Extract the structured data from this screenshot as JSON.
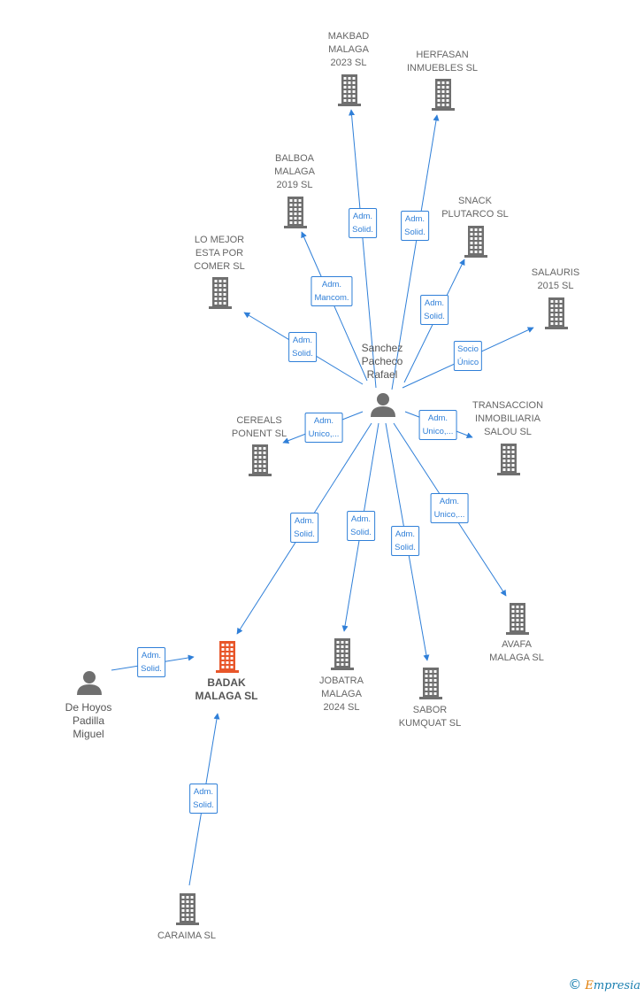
{
  "nodes": [
    {
      "id": "sanchez",
      "type": "person",
      "label": "Sanchez\nPacheco\nRafael"
    },
    {
      "id": "dehoyos",
      "type": "person",
      "label": "De Hoyos\nPadilla\nMiguel"
    },
    {
      "id": "badak",
      "type": "company-focus",
      "label": "BADAK\nMALAGA  SL"
    },
    {
      "id": "makbad",
      "type": "company",
      "label": "MAKBAD\nMALAGA\n2023  SL"
    },
    {
      "id": "herfasan",
      "type": "company",
      "label": "HERFASAN\nINMUEBLES  SL"
    },
    {
      "id": "balboa",
      "type": "company",
      "label": "BALBOA\nMALAGA\n2019  SL"
    },
    {
      "id": "snack",
      "type": "company",
      "label": "SNACK\nPLUTARCO  SL"
    },
    {
      "id": "lomejor",
      "type": "company",
      "label": "LO MEJOR\nESTA POR\nCOMER  SL"
    },
    {
      "id": "salauris",
      "type": "company",
      "label": "SALAURIS\n2015  SL"
    },
    {
      "id": "cereals",
      "type": "company",
      "label": "CEREALS\nPONENT SL"
    },
    {
      "id": "transaccion",
      "type": "company",
      "label": "TRANSACCION\nINMOBILIARIA\nSALOU  SL"
    },
    {
      "id": "avafa",
      "type": "company",
      "label": "AVAFA\nMALAGA  SL"
    },
    {
      "id": "jobatra",
      "type": "company",
      "label": "JOBATRA\nMALAGA\n2024  SL"
    },
    {
      "id": "sabor",
      "type": "company",
      "label": "SABOR\nKUMQUAT  SL"
    },
    {
      "id": "caraima",
      "type": "company",
      "label": "CARAIMA  SL"
    }
  ],
  "edges": [
    {
      "from": "sanchez",
      "to": "makbad",
      "label": "Adm.\nSolid."
    },
    {
      "from": "sanchez",
      "to": "herfasan",
      "label": "Adm.\nSolid."
    },
    {
      "from": "sanchez",
      "to": "balboa",
      "label": "Adm.\nMancom."
    },
    {
      "from": "sanchez",
      "to": "snack",
      "label": "Adm.\nSolid."
    },
    {
      "from": "sanchez",
      "to": "lomejor",
      "label": "Adm.\nSolid."
    },
    {
      "from": "sanchez",
      "to": "salauris",
      "label": "Socio\nÚnico"
    },
    {
      "from": "sanchez",
      "to": "cereals",
      "label": "Adm.\nUnico,..."
    },
    {
      "from": "sanchez",
      "to": "transaccion",
      "label": "Adm.\nUnico,..."
    },
    {
      "from": "sanchez",
      "to": "avafa",
      "label": "Adm.\nUnico,..."
    },
    {
      "from": "sanchez",
      "to": "badak",
      "label": "Adm.\nSolid."
    },
    {
      "from": "sanchez",
      "to": "jobatra",
      "label": "Adm.\nSolid."
    },
    {
      "from": "sanchez",
      "to": "sabor",
      "label": "Adm.\nSolid."
    },
    {
      "from": "dehoyos",
      "to": "badak",
      "label": "Adm.\nSolid."
    },
    {
      "from": "caraima",
      "to": "badak",
      "label": "Adm.\nSolid."
    }
  ],
  "colors": {
    "edge": "#2f7fd8",
    "company": "#6f6f6f",
    "focus": "#e8562a",
    "person": "#6f6f6f"
  },
  "brand": {
    "copyright": "©",
    "first": "E",
    "rest": "mpresia"
  }
}
